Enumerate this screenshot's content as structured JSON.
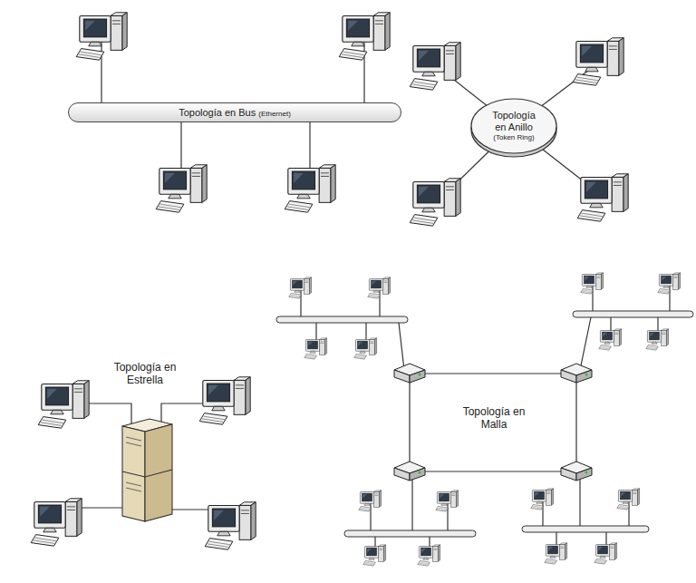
{
  "diagram": {
    "nodes": [
      {
        "text": [
          "Topología en Bus",
          "(Ethernet)"
        ]
      },
      {
        "text": [
          "Topología en Anillo",
          "(Token Ring)"
        ]
      }
    ],
    "labels": [
      "Topología en Estrella",
      "Topología en Malla"
    ]
  }
}
